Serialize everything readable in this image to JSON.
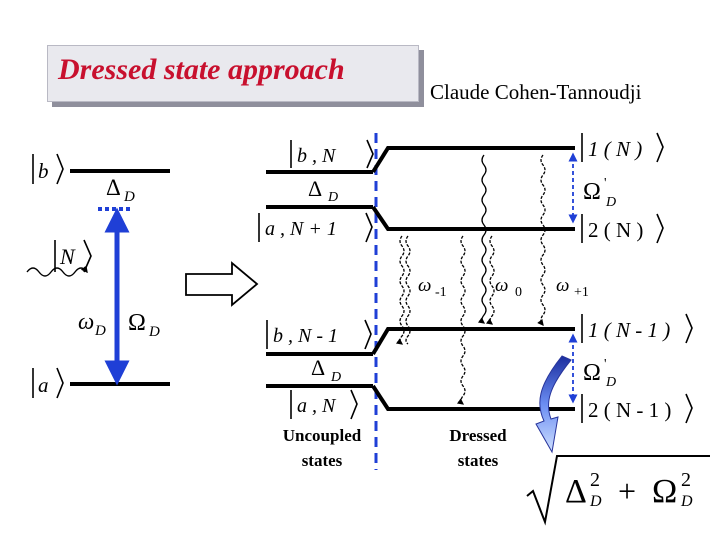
{
  "title": "Dressed state approach",
  "author": "Claude Cohen-Tannoudji",
  "left": {
    "state_b": "b",
    "state_a": "a",
    "photon_state": "N",
    "omega": "ω",
    "omega_sub": "D",
    "rabi": "Ω",
    "rabi_sub": "D",
    "delta": "Δ",
    "delta_sub": "D"
  },
  "uncoupled": {
    "top_upper_bra": "b , N",
    "top_lower_bra": "a , N + 1",
    "bottom_upper_bra": "b , N - 1",
    "bottom_lower_bra": "a , N",
    "delta": "Δ",
    "delta_sub": "D",
    "caption_line1": "Uncoupled",
    "caption_line2": "states"
  },
  "dressed": {
    "top_upper_label": "1 ( N )",
    "top_lower_label": "2 ( N )",
    "bottom_upper_label": "1 ( N - 1 )",
    "bottom_lower_label": "2 ( N - 1 )",
    "rabi": "Ω",
    "rabi_prime": "'",
    "rabi_sub": "D",
    "caption_line1": "Dressed",
    "caption_line2": "states",
    "transitions": [
      {
        "omega": "ω",
        "order": "-1"
      },
      {
        "omega": "ω",
        "order": "0"
      },
      {
        "omega": "ω",
        "order": "+1"
      }
    ]
  },
  "formula": {
    "delta": "Δ",
    "plus": "+",
    "omega": "Ω",
    "sup": "2",
    "sub": "D"
  },
  "colors": {
    "title": "#c8102e",
    "arrow_blue": "#1f3fd6",
    "dashed_divider": "#1f3fd6",
    "title_box": "#e9e9ee",
    "title_shadow": "#8f8f9c"
  }
}
